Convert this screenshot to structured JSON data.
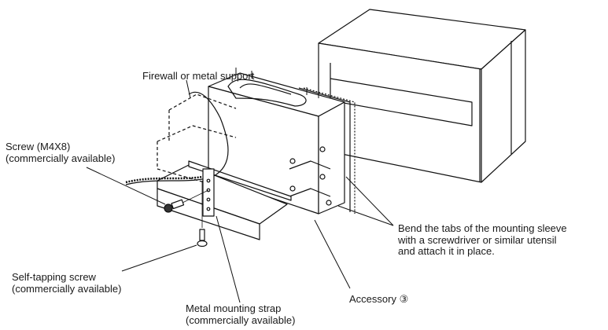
{
  "labels": {
    "firewall": "Firewall or metal support",
    "screw": {
      "line1": "Screw (M4X8)",
      "line2": "(commercially available)"
    },
    "bend_tabs": {
      "line1": "Bend the tabs of the mounting sleeve",
      "line2": "with a screwdriver or similar utensil",
      "line3": "and attach it in place."
    },
    "self_tapping": {
      "line1": "Self-tapping screw",
      "line2": "(commercially available)"
    },
    "accessory": "Accessory ③",
    "strap": {
      "line1": "Metal mounting strap",
      "line2": "(commercially available)"
    }
  }
}
